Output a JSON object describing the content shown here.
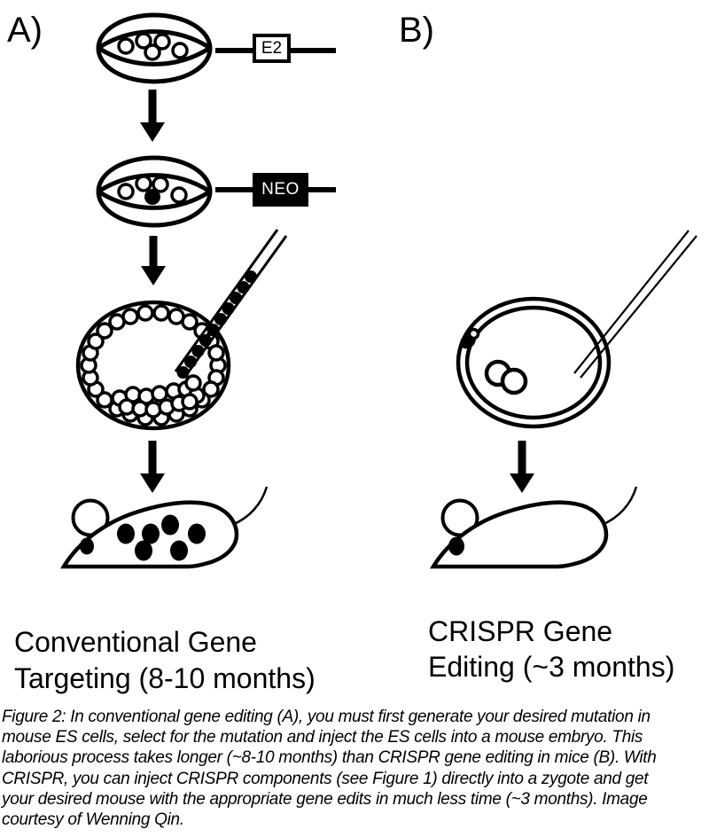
{
  "colors": {
    "ink": "#000000",
    "paper": "#ffffff"
  },
  "panel_a": {
    "label": "A)",
    "vector_label": "E2",
    "selection_label": "NEO",
    "title_line1": "Conventional Gene",
    "title_line2": "Targeting (8-10 months)"
  },
  "panel_b": {
    "label": "B)",
    "title_line1": "CRISPR Gene",
    "title_line2": "Editing (~3 months)"
  },
  "caption": {
    "lines": [
      "Figure 2: In conventional gene editing (A), you must first generate your desired mutation in",
      "mouse ES cells, select for the mutation and inject the ES cells into a mouse embryo. This",
      "laborious process takes longer (~8-10 months) than CRISPR gene editing in mice (B). With",
      "CRISPR, you can inject CRISPR components (see Figure 1) directly into a zygote and get",
      "your desired mouse with the appropriate gene edits in much less time (~3 months). Image",
      "courtesy of Wenning Qin."
    ]
  }
}
